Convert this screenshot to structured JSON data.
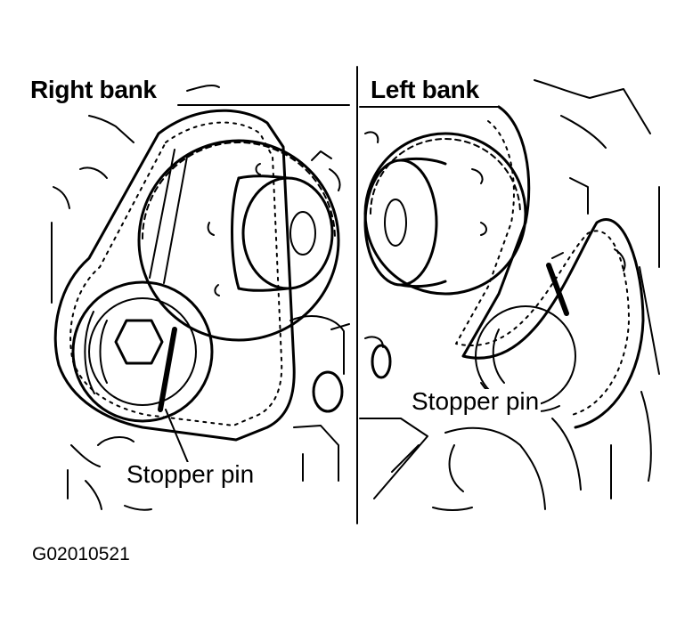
{
  "diagram": {
    "right_bank": {
      "title": "Right bank",
      "stopper_label": "Stopper pin"
    },
    "left_bank": {
      "title": "Left bank",
      "stopper_label": "Stopper pin"
    },
    "figure_code": "G02010521"
  }
}
